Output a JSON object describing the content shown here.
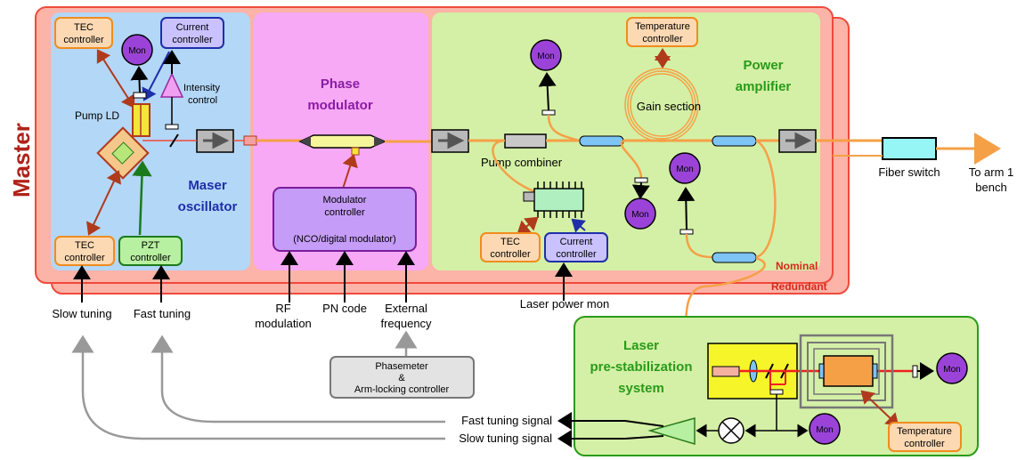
{
  "master_label": "Master",
  "maser": {
    "title_line1": "Maser",
    "title_line2": "oscillator",
    "tec_top": [
      "TEC",
      "controller"
    ],
    "current_top": [
      "Current",
      "controller"
    ],
    "mon": "Mon",
    "intensity": [
      "Intensity",
      "control"
    ],
    "pump_ld": "Pump LD",
    "tec_bottom": [
      "TEC",
      "controller"
    ],
    "pzt": [
      "PZT",
      "controller"
    ]
  },
  "phase": {
    "title_line1": "Phase",
    "title_line2": "modulator",
    "ctrl_line1": "Modulator",
    "ctrl_line2": "controller",
    "ctrl_line3": "(NCO/digital modulator)"
  },
  "amp": {
    "title_line1": "Power",
    "title_line2": "amplifier",
    "temp_ctrl": [
      "Temperature",
      "controller"
    ],
    "gain": "Gain section",
    "pump_combiner": "Pump combiner",
    "mon": "Mon",
    "tec": [
      "TEC",
      "controller"
    ],
    "current": [
      "Current",
      "controller"
    ]
  },
  "nominal": "Nominal",
  "redundant": "Redundant",
  "fiber_switch": "Fiber switch",
  "to_arm": [
    "To arm 1",
    "bench"
  ],
  "inputs": {
    "slow_tuning": "Slow tuning",
    "fast_tuning": "Fast tuning",
    "rf_mod": [
      "RF",
      "modulation"
    ],
    "pn_code": "PN code",
    "ext_freq": [
      "External",
      "frequency"
    ],
    "laser_power_mon": "Laser power mon"
  },
  "phasemeter": [
    "Phasemeter",
    "&",
    "Arm-locking controller"
  ],
  "prestab": {
    "title": [
      "Laser",
      "pre-stabilization",
      "system"
    ],
    "mon": "Mon",
    "temp_ctrl": [
      "Temperature",
      "controller"
    ]
  },
  "signals": {
    "fast": "Fast tuning signal",
    "slow": "Slow tuning signal"
  },
  "colors": {
    "master_bg": "#fcb3a8",
    "master_border": "#ef4a3c",
    "maser_bg": "#b3d7f7",
    "phase_bg": "#f7a9f5",
    "amp_bg": "#d4f0a6",
    "prestab_bg": "#d4f0a6",
    "fiber": "#f5a047",
    "title_blue": "#1e2fa9",
    "title_purple": "#8a1ca3",
    "title_green": "#2a9a1a",
    "mon_fill": "#9b43d8"
  }
}
